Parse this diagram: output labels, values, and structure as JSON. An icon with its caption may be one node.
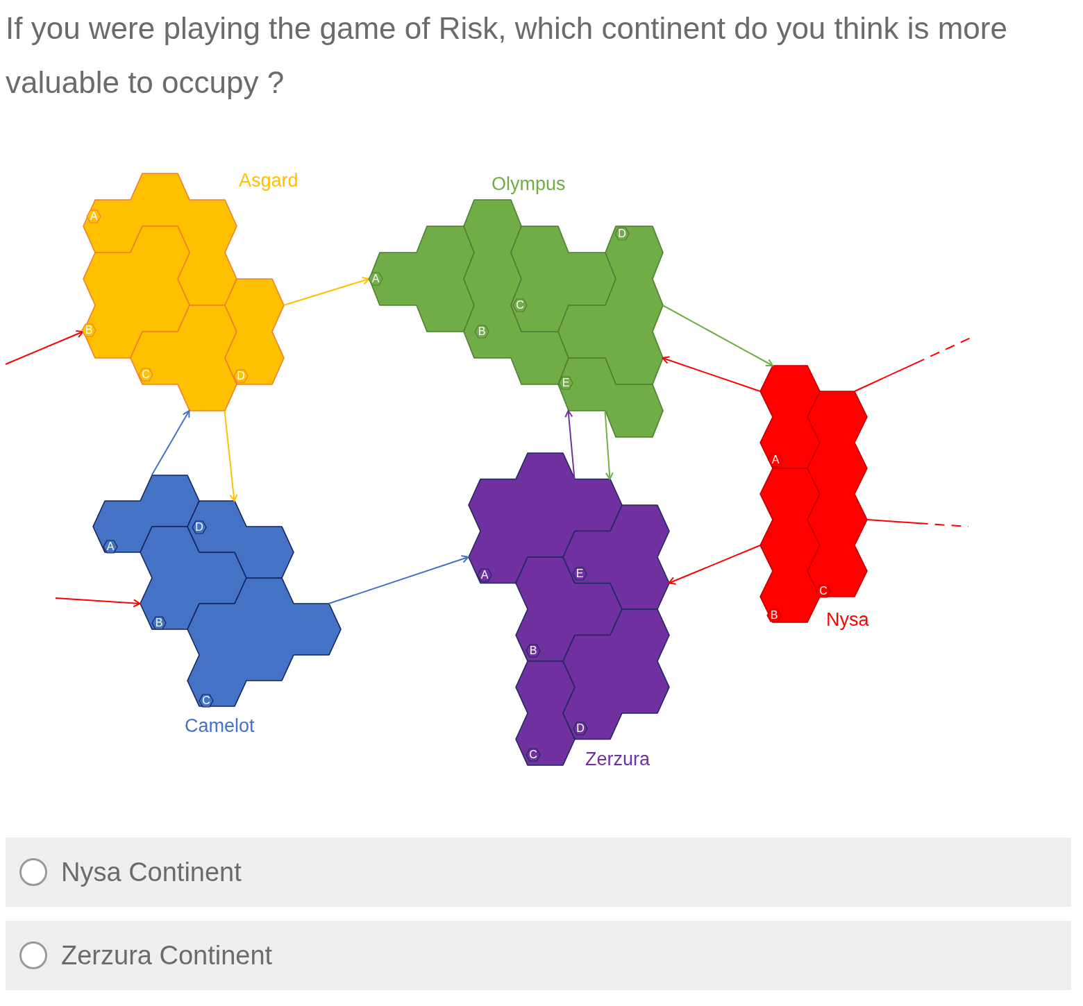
{
  "diagram": {
    "title": "If you were playing the game of Risk, which continent do you think is more valuable to occupy ?",
    "nodes": [
      {
        "text": [
          "Asgard"
        ]
      },
      {
        "text": [
          "A"
        ],
        "in": 0
      },
      {
        "text": [
          "B"
        ],
        "in": 0
      },
      {
        "text": [
          "C"
        ],
        "in": 0
      },
      {
        "text": [
          "D"
        ],
        "in": 0
      },
      {
        "text": [
          "Olympus"
        ]
      },
      {
        "text": [
          "A"
        ],
        "in": 5
      },
      {
        "text": [
          "B"
        ],
        "in": 5
      },
      {
        "text": [
          "C"
        ],
        "in": 5
      },
      {
        "text": [
          "D"
        ],
        "in": 5
      },
      {
        "text": [
          "E"
        ],
        "in": 5
      },
      {
        "text": [
          "Camelot"
        ]
      },
      {
        "text": [
          "A"
        ],
        "in": 11
      },
      {
        "text": [
          "B"
        ],
        "in": 11
      },
      {
        "text": [
          "C"
        ],
        "in": 11
      },
      {
        "text": [
          "D"
        ],
        "in": 11
      },
      {
        "text": [
          "Zerzura"
        ]
      },
      {
        "text": [
          "A"
        ],
        "in": 16
      },
      {
        "text": [
          "B"
        ],
        "in": 16
      },
      {
        "text": [
          "C"
        ],
        "in": 16
      },
      {
        "text": [
          "D"
        ],
        "in": 16
      },
      {
        "text": [
          "E"
        ],
        "in": 16
      },
      {
        "text": [
          "Nysa"
        ]
      },
      {
        "text": [
          "A"
        ],
        "in": 22
      },
      {
        "text": [
          "B"
        ],
        "in": 22
      },
      {
        "text": [
          "C"
        ],
        "in": 22
      }
    ],
    "edges": [
      {
        "from": null,
        "to": 2,
        "arrow": "to"
      },
      {
        "from": 4,
        "to": 6,
        "arrow": "to",
        "color": "#ffc000"
      },
      {
        "from": 9,
        "to": 23,
        "arrow": "to",
        "color": "#70ad47"
      },
      {
        "from": 23,
        "to": 9,
        "arrow": "to"
      },
      {
        "from": 3,
        "to": 15,
        "arrow": "to",
        "color": "#ffc000"
      },
      {
        "from": 12,
        "to": 3,
        "arrow": "to",
        "color": "#4472c4"
      },
      {
        "from": null,
        "to": 13,
        "arrow": "to"
      },
      {
        "from": 14,
        "to": 17,
        "arrow": "to",
        "color": "#4472c4"
      },
      {
        "from": 17,
        "to": 10,
        "arrow": "to",
        "color": "#7030a0"
      },
      {
        "from": 10,
        "to": 17,
        "arrow": "to",
        "color": "#70ad47"
      },
      {
        "from": 24,
        "to": 21,
        "arrow": "to"
      },
      {
        "from": 25,
        "to": null,
        "arrow": "none",
        "style": "dashed"
      },
      {
        "from": 25,
        "to": null,
        "arrow": "none",
        "style": "dashed"
      }
    ],
    "labels": [
      "Nysa Continent",
      "Zerzura Continent"
    ]
  }
}
